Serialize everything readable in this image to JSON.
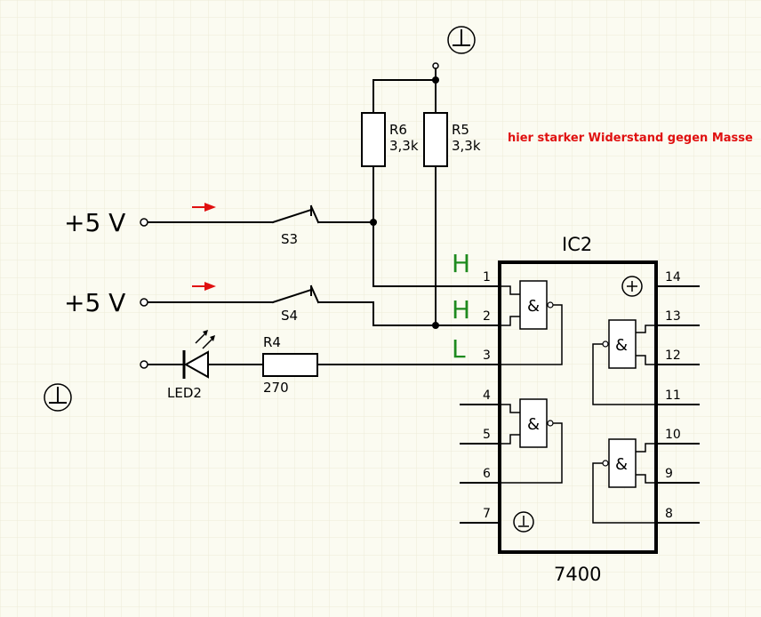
{
  "note": "hier starker Widerstand gegen Masse",
  "supply_top": "+5 V",
  "supply_bottom": "+5 V",
  "components": {
    "r6": {
      "name": "R6",
      "value": "3,3k"
    },
    "r5": {
      "name": "R5",
      "value": "3,3k"
    },
    "r4": {
      "name": "R4",
      "value": "270"
    },
    "s3": "S3",
    "s4": "S4",
    "led": "LED2"
  },
  "levels": {
    "pin1": "H",
    "pin2": "H",
    "pin3": "L"
  },
  "ic": {
    "name": "IC2",
    "type": "7400",
    "gate_symbol": "&",
    "pins": {
      "p1": "1",
      "p2": "2",
      "p3": "3",
      "p4": "4",
      "p5": "5",
      "p6": "6",
      "p7": "7",
      "p8": "8",
      "p9": "9",
      "p10": "10",
      "p11": "11",
      "p12": "12",
      "p13": "13",
      "p14": "14"
    }
  },
  "colors": {
    "level": "#1e8a1e",
    "note": "#e01010",
    "arrow": "#e01010",
    "background": "#fbfbf1"
  }
}
